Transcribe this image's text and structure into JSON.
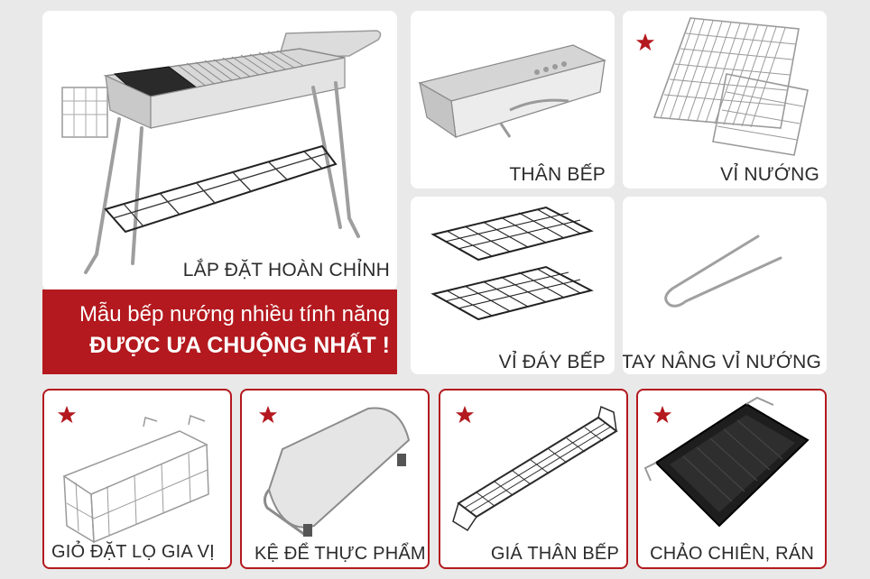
{
  "main": {
    "label": "LẮP ĐẶT HOÀN CHỈNH",
    "banner_line1": "Mẫu bếp nướng nhiều tính năng",
    "banner_line2": "ĐƯỢC ƯA CHUỘNG NHẤT !"
  },
  "items": [
    {
      "label": "THÂN  BẾP",
      "star": false
    },
    {
      "label": "VỈ NƯỚNG",
      "star": true
    },
    {
      "label": "VỈ ĐÁY BẾP",
      "star": false
    },
    {
      "label": "TAY NÂNG VỈ NƯỚNG",
      "star": false
    },
    {
      "label": "GIỎ ĐẶT LỌ GIA VỊ",
      "star": true
    },
    {
      "label": "KỆ ĐỂ THỰC PHẨM",
      "star": true
    },
    {
      "label": "GIÁ THÂN BẾP",
      "star": true
    },
    {
      "label": "CHẢO CHIÊN, RÁN",
      "star": true
    }
  ],
  "colors": {
    "accent_red": "#b3191e",
    "background": "#e9e9e9",
    "card": "#ffffff",
    "text": "#2b2b2b"
  },
  "icons": {
    "star": "star-icon"
  }
}
